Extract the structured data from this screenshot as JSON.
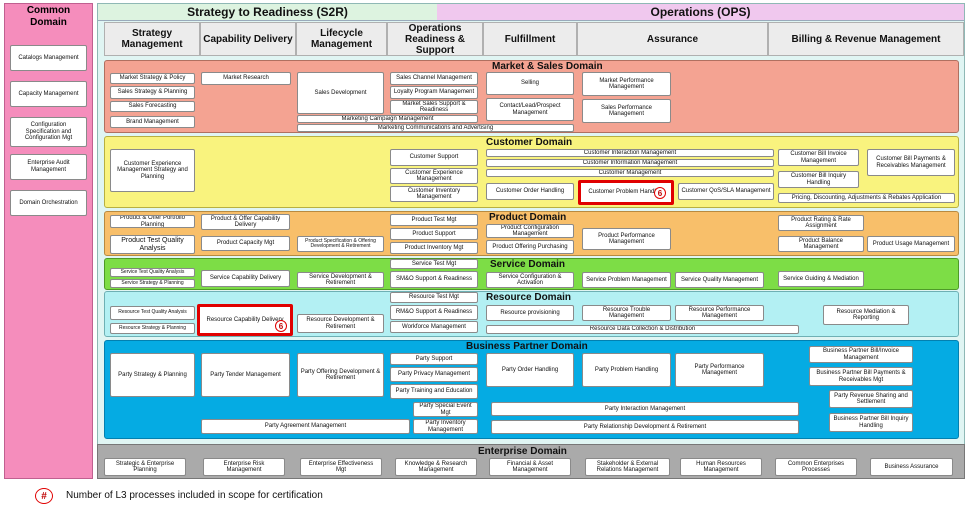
{
  "common_domain": {
    "title": "Common Domain",
    "items": [
      "Catalogs Management",
      "Capacity Management",
      "Configuration Specification and Configuration Mgt",
      "Enterprise Audit Management",
      "Domain Orchestration"
    ]
  },
  "headers": {
    "s2r": "Strategy to Readiness (S2R)",
    "ops": "Operations (OPS)",
    "columns": [
      "Strategy Management",
      "Capability Delivery",
      "Lifecycle Management",
      "Operations Readiness & Support",
      "Fulfillment",
      "Assurance",
      "Billing & Revenue Management"
    ]
  },
  "domains": {
    "market": {
      "title": "Market & Sales Domain",
      "items": [
        "Market Strategy & Policy",
        "Sales Strategy & Planning",
        "Sales Forecasting",
        "Brand Management",
        "Market Research",
        "Sales Development",
        "Sales Channel Management",
        "Loyalty Program Management",
        "Market Sales Support & Readiness",
        "Selling",
        "Contact/Lead/Prospect Management",
        "Market Performance Management",
        "Sales Performance Management",
        "Marketing Campaign Management",
        "Marketing Communications and Advertising"
      ]
    },
    "customer": {
      "title": "Customer Domain",
      "items": [
        "Customer Experience Management Strategy and Planning",
        "Customer Support",
        "Customer Experience Management",
        "Customer Inventory Management",
        "Customer Interaction Management",
        "Customer Information Management",
        "Customer Management",
        "Customer Order Handling",
        "Customer Problem Handling",
        "Customer QoS/SLA Management",
        "Customer Bill Invoice Management",
        "Customer Bill Inquiry Handling",
        "Customer Bill Payments & Receivables Management",
        "Pricing, Discounting, Adjustments & Rebates Application"
      ],
      "badge": "6"
    },
    "product": {
      "title": "Product Domain",
      "items": [
        "Product & Offer Portfolio Planning",
        "Product Test Quality Analysis",
        "Product & Offer Capability Delivery",
        "Product Capacity Mgt",
        "Product Specification & Offering Development & Retirement",
        "Product Test Mgt",
        "Product Support",
        "Product Inventory Mgt",
        "Product Configuration Management",
        "Product Offering Purchasing",
        "Product Performance Management",
        "Product Rating & Rate Assignment",
        "Product Balance Management",
        "Product Usage Management"
      ]
    },
    "service": {
      "title": "Service Domain",
      "items": [
        "Service Test Quality Analysis",
        "Service Strategy & Planning",
        "Service Capability Delivery",
        "Service Development & Retirement",
        "Service Test Mgt",
        "SM&O Support & Readiness",
        "Service Configuration & Activation",
        "Service Problem Management",
        "Service Quality Management",
        "Service Guiding & Mediation"
      ]
    },
    "resource": {
      "title": "Resource Domain",
      "items": [
        "Resource Test Quality Analysis",
        "Resource Strategy & Planning",
        "Resource Capability Delivery",
        "Resource Development & Retirement",
        "Resource Test Mgt",
        "RM&O Support & Readiness",
        "Workforce Management",
        "Resource provisioning",
        "Resource Trouble Management",
        "Resource Performance Management",
        "Resource Mediation & Reporting",
        "Resource Data Collection & Distribution"
      ],
      "badge": "6"
    },
    "partner": {
      "title": "Business Partner Domain",
      "items": [
        "Party Strategy & Planning",
        "Party Tender Management",
        "Party Offering Development & Retirement",
        "Party Support",
        "Party Privacy Management",
        "Party Training and Education",
        "Party Special Event Mgt",
        "Party Inventory Management",
        "Party Order Handling",
        "Party Problem Handling",
        "Party Performance Management",
        "Business Partner Bill/Invoice Management",
        "Business Partner Bill Payments & Receivables Mgt",
        "Party Revenue Sharing and Settlement",
        "Business Partner Bill Inquiry Handling",
        "Party Interaction Management",
        "Party Relationship Development & Retirement",
        "Party Agreement Management"
      ]
    },
    "enterprise": {
      "title": "Enterprise Domain",
      "items": [
        "Strategic & Enterprise Planning",
        "Enterprise Risk Management",
        "Enterprise Effectiveness Mgt",
        "Knowledge & Research Management",
        "Financial & Asset Management",
        "Stakeholder & External Relations Management",
        "Human Resources Management",
        "Common Enterprises Processes",
        "Business Assurance"
      ]
    }
  },
  "legend": {
    "symbol": "#",
    "text": "Number of L3 processes included in scope for certification"
  },
  "colors": {
    "market": "#f4a392",
    "customer": "#f9f37e",
    "product": "#f8bf6a",
    "service": "#7ddd46",
    "resource": "#b3f0f3",
    "partner": "#05abe3",
    "enterprise": "#aaaaaa",
    "common": "#f58dbc",
    "s2r_header": "#ddf3e0",
    "ops_header": "#f0c8ee",
    "highlight": "#e00000"
  }
}
